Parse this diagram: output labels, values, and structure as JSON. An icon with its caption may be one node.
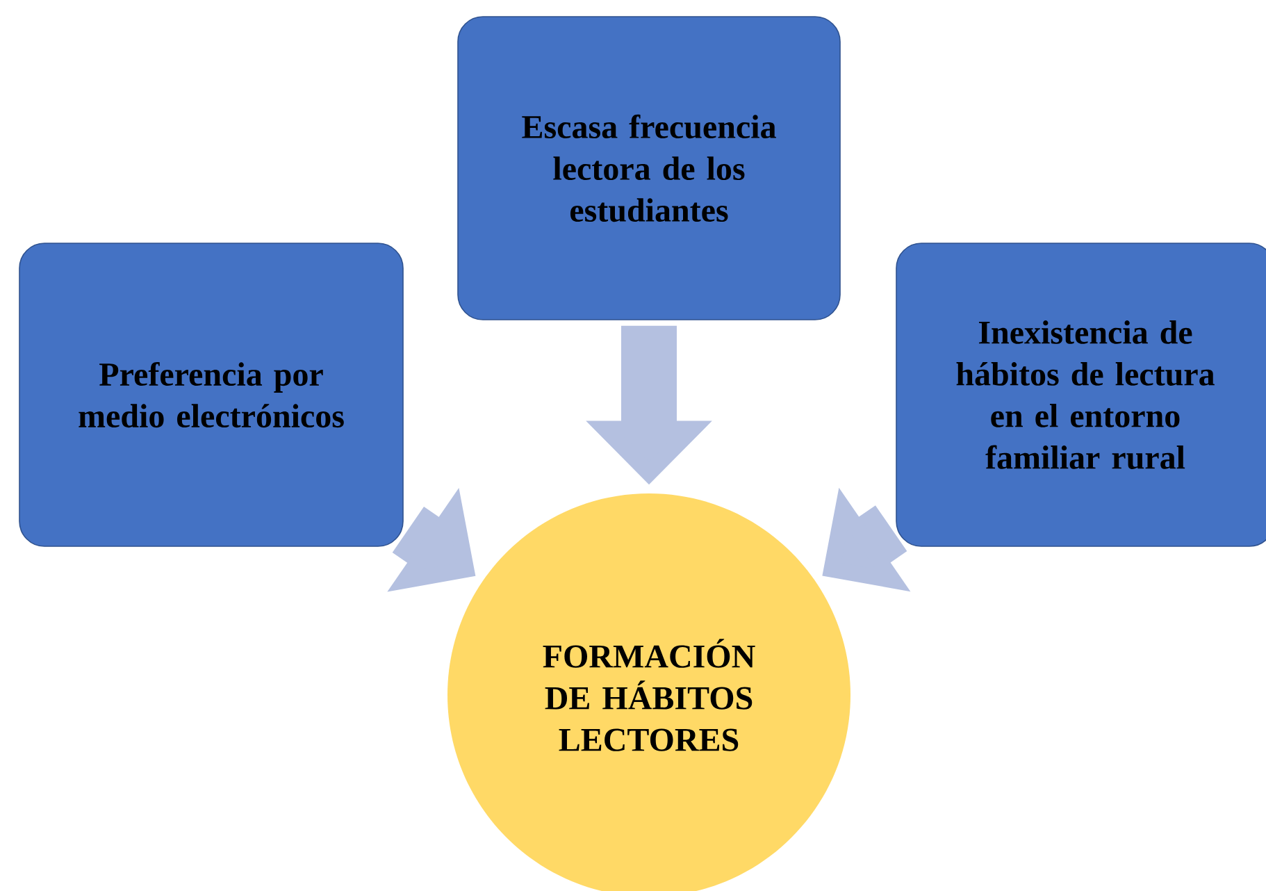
{
  "diagram": {
    "nodes": [
      {
        "text": [
          "Preferencia por medio electrónicos"
        ]
      },
      {
        "text": [
          "Escasa frecuencia lectora de los estudiantes"
        ]
      },
      {
        "text": [
          "Inexistencia de hábitos de lectura en el entorno familiar rural"
        ]
      },
      {
        "text": [
          "FORMACIÓN DE HÁBITOS LECTORES"
        ]
      }
    ],
    "edges": [
      {
        "from": 0,
        "to": 3,
        "arrow": "to"
      },
      {
        "from": 1,
        "to": 3,
        "arrow": "to"
      },
      {
        "from": 2,
        "to": 3,
        "arrow": "to"
      }
    ]
  }
}
